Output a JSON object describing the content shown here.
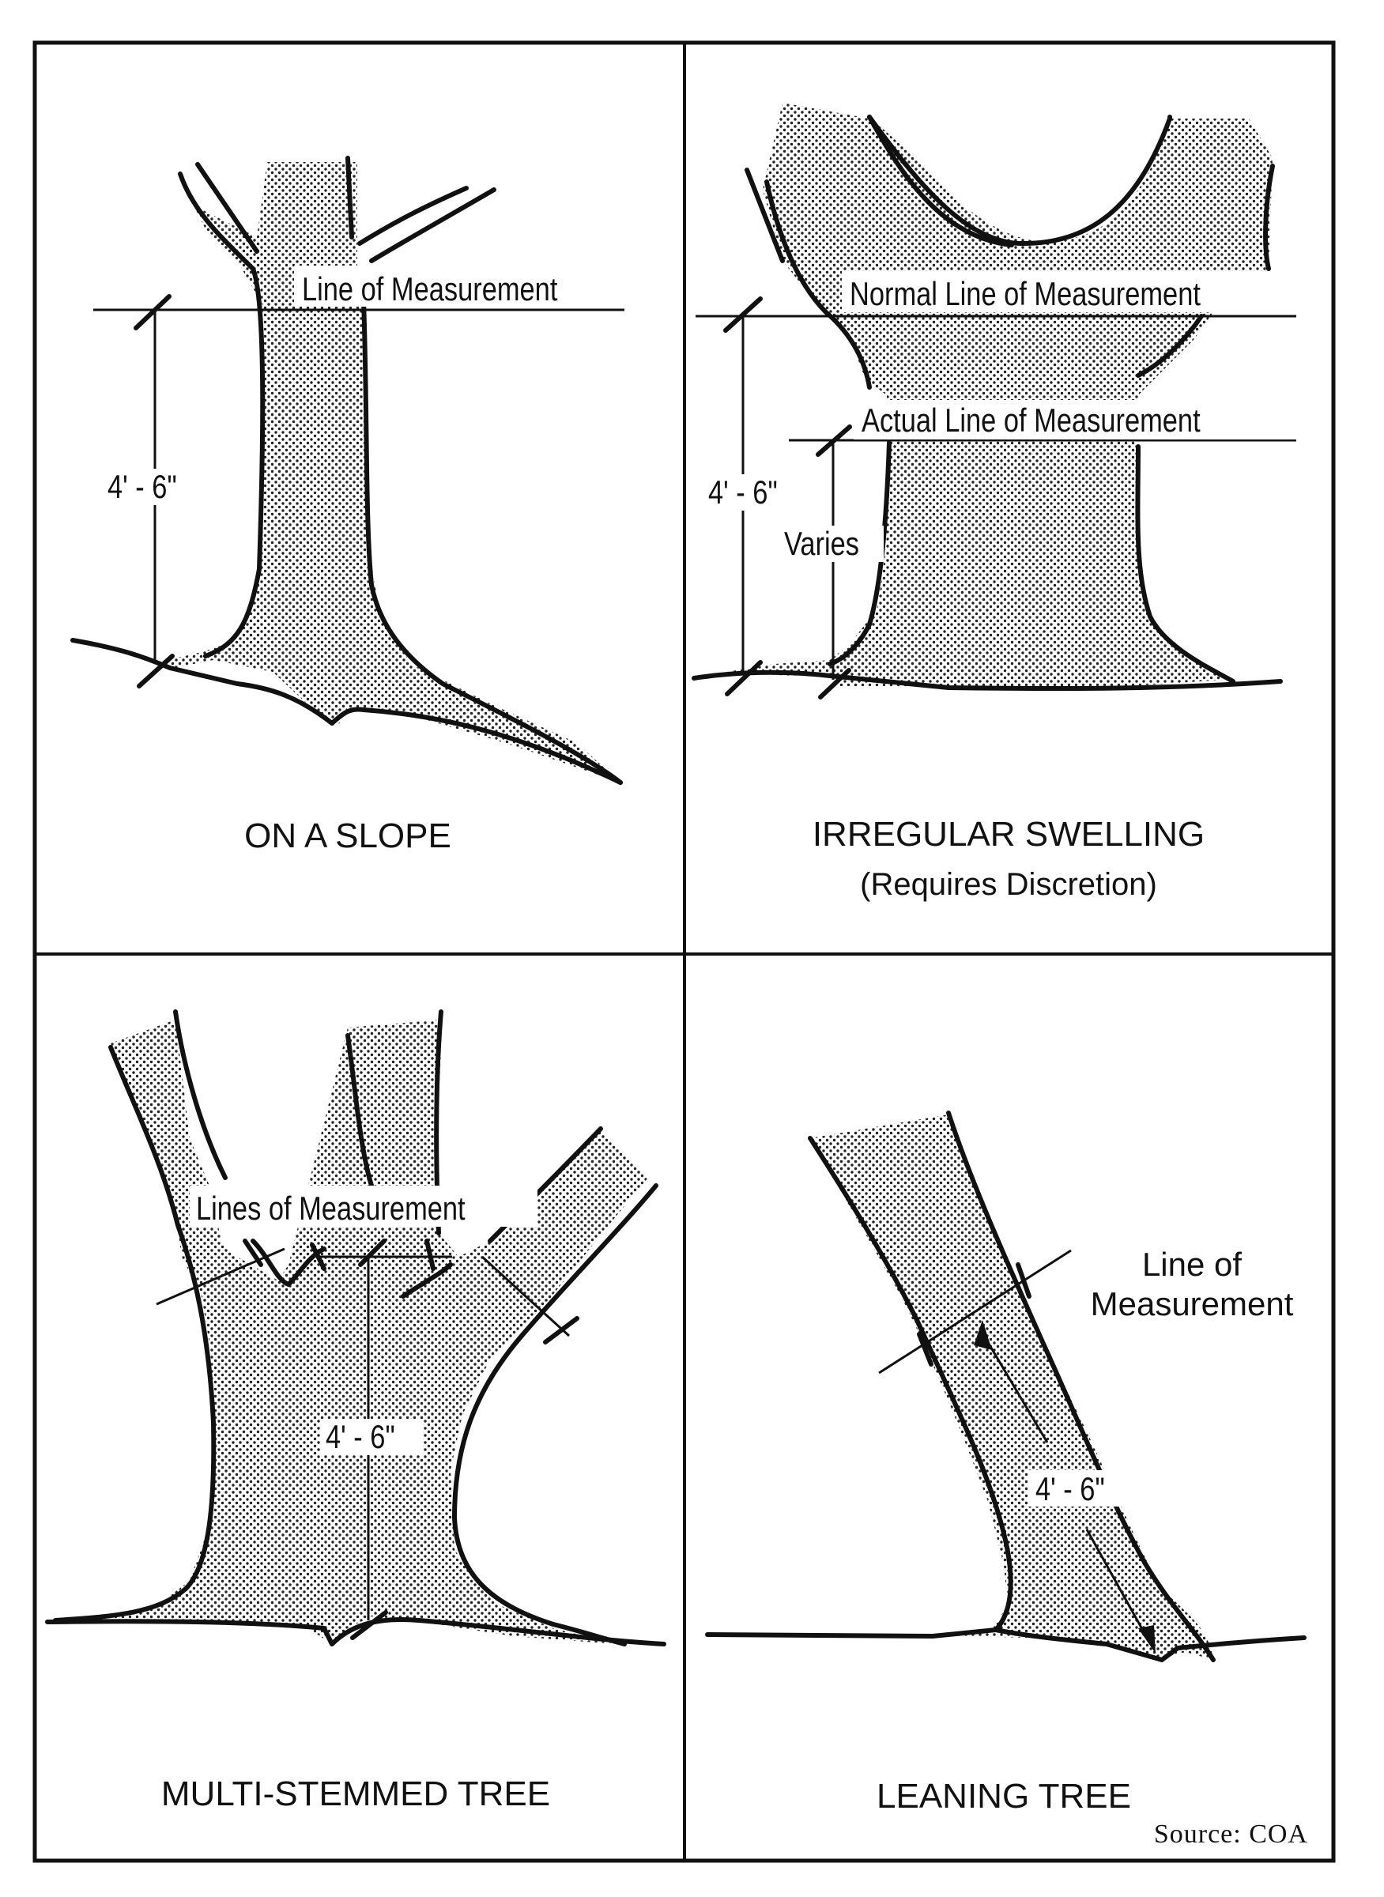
{
  "panels": {
    "slope": {
      "caption": "ON A SLOPE",
      "line_label": "Line of Measurement",
      "height_label": "4' - 6\""
    },
    "swelling": {
      "caption": "IRREGULAR SWELLING",
      "caption_sub": "(Requires Discretion)",
      "normal_label": "Normal Line of Measurement",
      "actual_label": "Actual Line of Measurement",
      "height_label": "4' - 6\"",
      "varies_label": "Varies"
    },
    "multistem": {
      "caption": "MULTI-STEMMED TREE",
      "lines_label": "Lines of Measurement",
      "height_label": "4' - 6\""
    },
    "leaning": {
      "caption": "LEANING TREE",
      "line_label_1": "Line of",
      "line_label_2": "Measurement",
      "height_label": "4' - 6\""
    }
  },
  "source": "Source:  COA"
}
